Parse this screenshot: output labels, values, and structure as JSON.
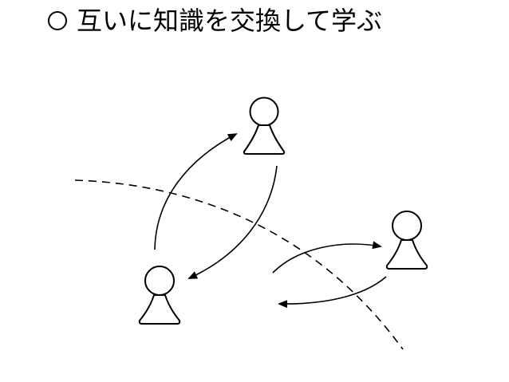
{
  "title": {
    "text": "互いに知識を交換して学ぶ",
    "bullet_icon": "circle-bullet-icon"
  },
  "diagram": {
    "stroke_color": "#000000",
    "background_color": "#ffffff",
    "figures": [
      {
        "name": "person-top",
        "icon": "person-icon"
      },
      {
        "name": "person-bottom-left",
        "icon": "person-icon"
      },
      {
        "name": "person-right",
        "icon": "person-icon"
      }
    ],
    "arrows": [
      {
        "name": "arrow-bottom-left-to-top",
        "icon": "curved-arrow-icon"
      },
      {
        "name": "arrow-top-to-bottom-left",
        "icon": "curved-arrow-icon"
      },
      {
        "name": "arrow-to-right-person",
        "icon": "curved-arrow-icon"
      },
      {
        "name": "arrow-from-right-person",
        "icon": "curved-arrow-icon"
      }
    ],
    "boundary": {
      "name": "dashed-boundary-line",
      "style": "dashed"
    }
  }
}
